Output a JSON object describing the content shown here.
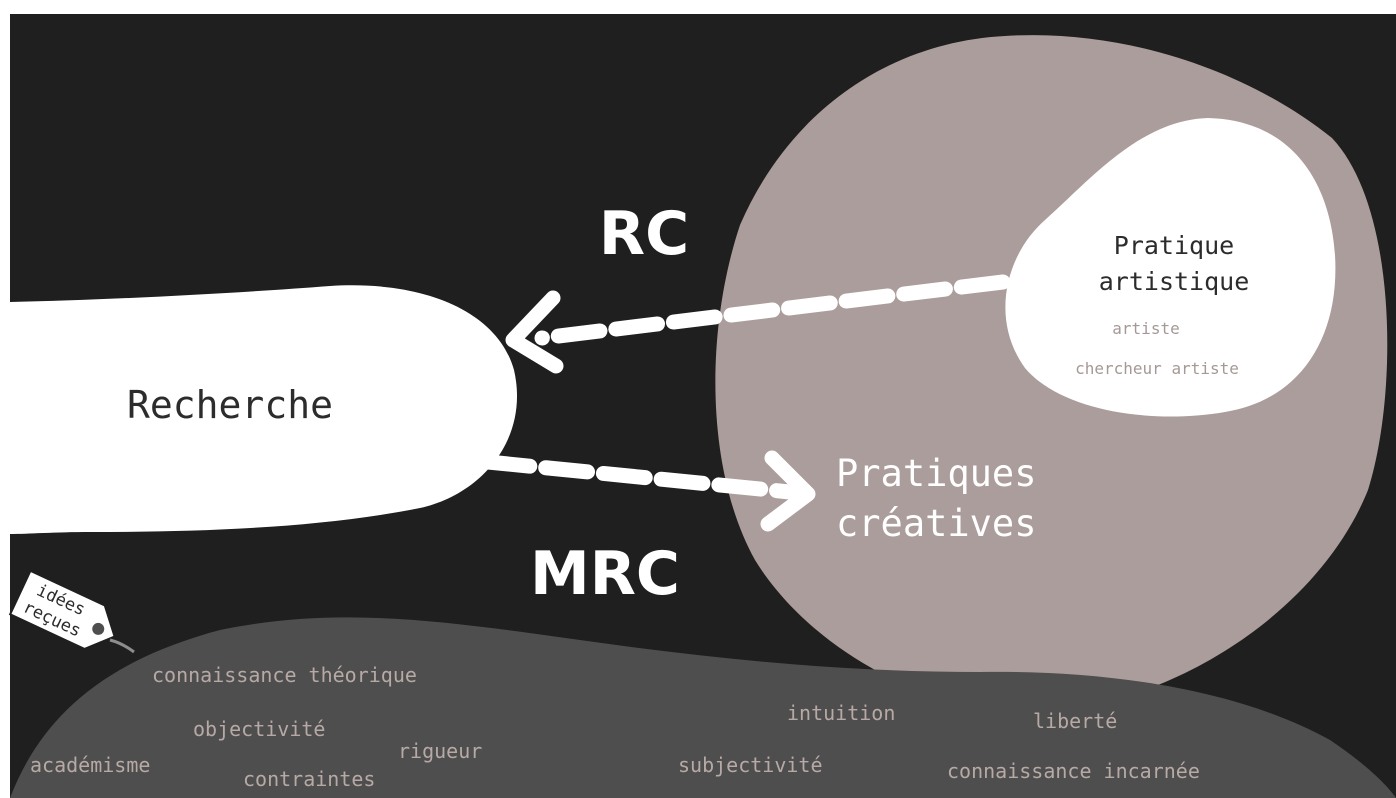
{
  "colors": {
    "background": "#1f1f1f",
    "creative_blob": "#ab9d9b",
    "white": "#ffffff",
    "bottom_band": "#4e4e4e",
    "bottom_words": "#b7a9a5",
    "sub_label": "#a59996"
  },
  "nodes": {
    "recherche": "Recherche",
    "pratiques_creatives_line1": "Pratiques",
    "pratiques_creatives_line2": "créatives",
    "pratique_artistique_line1": "Pratique",
    "pratique_artistique_line2": "artistique",
    "artiste": "artiste",
    "chercheur_artiste": "chercheur artiste"
  },
  "arrows": {
    "rc": "RC",
    "mrc": "MRC"
  },
  "tag": {
    "line1": "idées",
    "line2": "reçues"
  },
  "words_left": {
    "connaissance_theorique": "connaissance théorique",
    "objectivite": "objectivité",
    "rigueur": "rigueur",
    "academisme": "académisme",
    "contraintes": "contraintes"
  },
  "words_right": {
    "intuition": "intuition",
    "liberte": "liberté",
    "subjectivite": "subjectivité",
    "connaissance_incarnee": "connaissance incarnée"
  }
}
